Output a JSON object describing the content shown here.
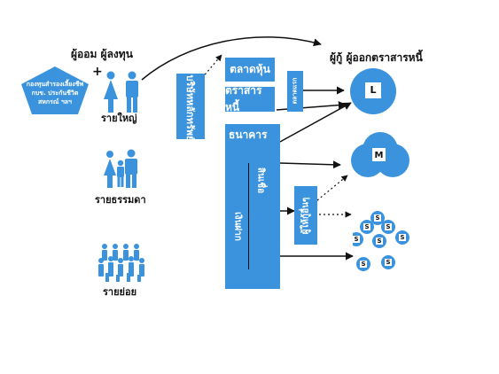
{
  "header": {
    "savers_investors": "ผู้ออม ผู้ลงทุน",
    "borrowers_issuers": "ผู้กู้ ผู้ออกตราสารหนี้"
  },
  "institutions": {
    "pentagon_text_lines": [
      "กองทุนสำรองเลี้ยงชีพ",
      "กบข. ประกันชีวิต",
      "สหกรณ์ ฯลฯ"
    ],
    "plus_sign": "+"
  },
  "investor_groups": {
    "large": "รายใหญ่",
    "ordinary": "รายธรรมดา",
    "small": "รายย่อย"
  },
  "boxes": {
    "securities_company": "บริษัทหลักทรัพย์",
    "stock_market": "ตลาดหุ้น",
    "bond_market": "ตราสารหนี้",
    "primary_market": "ตลาดแรก",
    "bank": "ธนาคาร",
    "deposits": "เงินฝาก",
    "credit": "สินเชื่อ",
    "lenders": "ผู้ให้กู้อื่นๆ"
  },
  "borrowers": {
    "large": "L",
    "medium": "M",
    "small": "S"
  },
  "colors": {
    "accent_blue": "#3b93de",
    "text": "#111111",
    "white": "#ffffff"
  }
}
